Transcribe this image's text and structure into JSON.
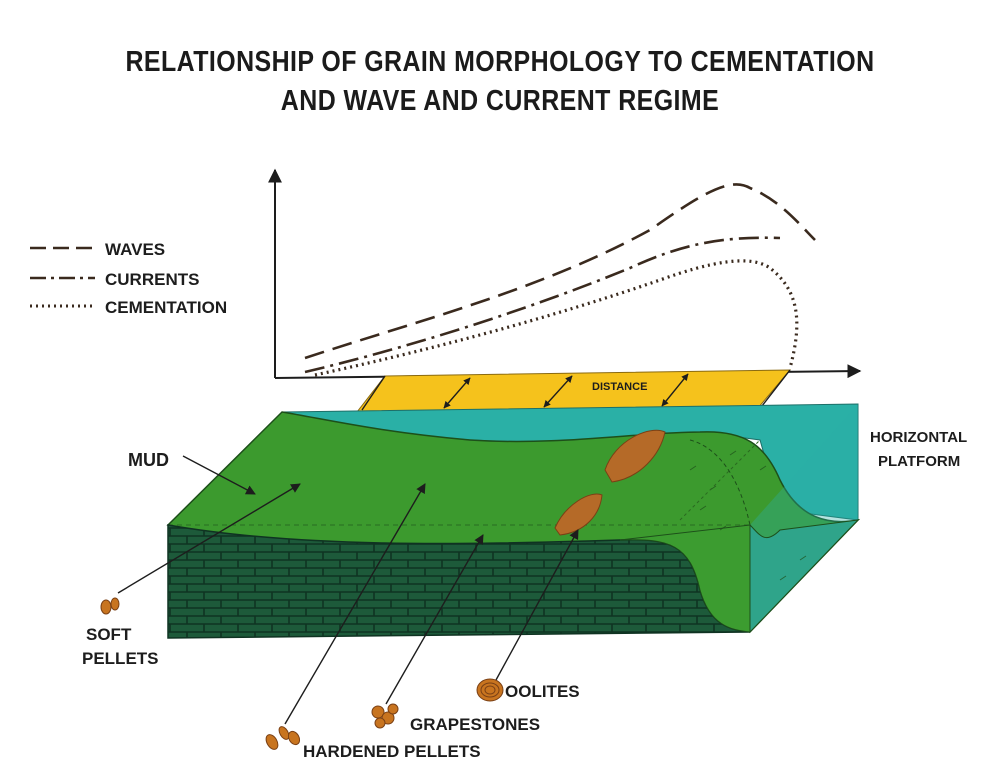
{
  "title": {
    "line1": "RELATIONSHIP OF GRAIN MORPHOLOGY TO CEMENTATION",
    "line2": "AND WAVE AND CURRENT REGIME"
  },
  "legend": [
    {
      "label": "WAVES",
      "style": "long-dash"
    },
    {
      "label": "CURRENTS",
      "style": "dash-dot"
    },
    {
      "label": "CEMENTATION",
      "style": "dotted"
    }
  ],
  "axis": {
    "distance_label": "DISTANCE"
  },
  "labels": {
    "mud": "MUD",
    "horizontal_platform_1": "HORIZONTAL",
    "horizontal_platform_2": "PLATFORM",
    "soft_pellets_1": "SOFT",
    "soft_pellets_2": "PELLETS",
    "hardened_pellets": "HARDENED PELLETS",
    "grapestones": "GRAPESTONES",
    "oolites": "OOLITES"
  },
  "colors": {
    "water": "#2ab0a6",
    "platform_top": "#3c9a2e",
    "brick_front": "#1d5a3a",
    "side_face": "#3c9c30",
    "distance_band": "#f5c21c",
    "grain": "#c8741f"
  }
}
